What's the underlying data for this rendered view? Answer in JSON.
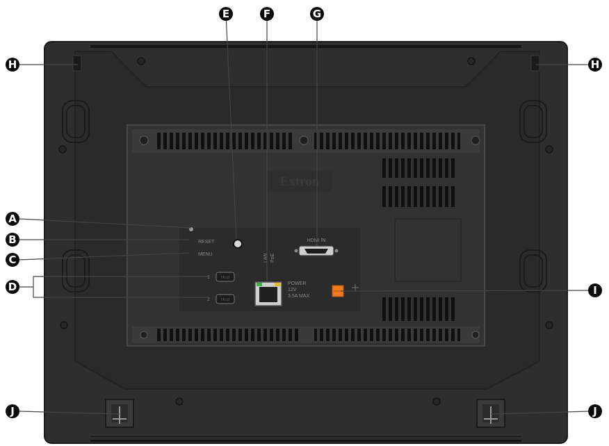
{
  "logo_text": "Extron",
  "port_labels": {
    "reset": "RESET",
    "menu": "MENU",
    "usb1_num": "1",
    "usb2_num": "2",
    "usb1": "Host",
    "usb2": "Host",
    "hdmi": "HDMI IN",
    "lan": "LAN",
    "poe": "PoE",
    "power_1": "POWER",
    "power_2": "12V",
    "power_3": "3.5A MAX"
  },
  "callouts": [
    {
      "id": "a",
      "letter": "A"
    },
    {
      "id": "b",
      "letter": "B"
    },
    {
      "id": "c",
      "letter": "C"
    },
    {
      "id": "d",
      "letter": "D"
    },
    {
      "id": "e",
      "letter": "E"
    },
    {
      "id": "f",
      "letter": "F"
    },
    {
      "id": "g",
      "letter": "G"
    },
    {
      "id": "h-left",
      "letter": "H"
    },
    {
      "id": "h-right",
      "letter": "H"
    },
    {
      "id": "i",
      "letter": "I"
    },
    {
      "id": "j-left",
      "letter": "J"
    },
    {
      "id": "j-right",
      "letter": "J"
    }
  ],
  "colors": {
    "housing": "#2e2e2e",
    "housing_edge": "#1c1c1c",
    "panel": "#323232",
    "callout": "#0a0a0a",
    "power_connector": "#f07a20",
    "lan_led_left": "#3cb043",
    "lan_led_right": "#e0c020"
  }
}
